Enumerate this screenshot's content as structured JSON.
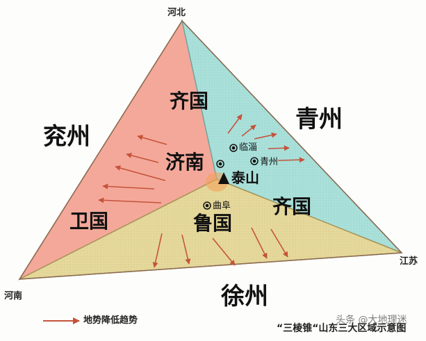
{
  "corners": {
    "top": "河北",
    "left": "河南",
    "right": "江苏"
  },
  "regions": {
    "yanzhou": "兖州",
    "qingzhou": "青州",
    "xuzhou": "徐州",
    "qiguo_top": "齐国",
    "qiguo_bottom": "齐国",
    "weiguo": "卫国",
    "luguo": "鲁国",
    "jinan": "济南"
  },
  "places": {
    "taishan": "泰山",
    "linzi": "临淄",
    "qingzhou_city": "青州",
    "qufu": "曲阜"
  },
  "legend": {
    "label": "地势降低趋势"
  },
  "caption": "“三棱锥“山东三大区域示意图",
  "watermark": "头条 @大地理迷",
  "colors": {
    "yanzhou_fill": "#f4a89a",
    "qingzhou_fill": "#a9e0da",
    "xuzhou_fill": "#e5d89a",
    "arrow": "#c4533a"
  }
}
